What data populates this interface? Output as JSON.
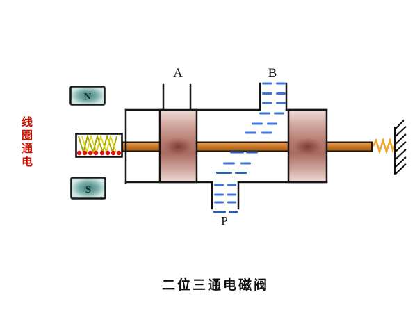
{
  "title": {
    "caption": "二位三通电磁阀"
  },
  "annotations": {
    "coil_state": "线圈通电"
  },
  "ports": {
    "a": "A",
    "b": "B",
    "p": "P"
  },
  "magnets": {
    "north": "N",
    "south": "S"
  },
  "diagram": {
    "kind": "two-position three-way solenoid valve animation frame",
    "flow_path": "blue dashed flow enters at P, passes through valve chamber, exits at B; port A blocked by left spool"
  },
  "colors": {
    "background": "#ffffff",
    "outline": "#141414",
    "flow_blue": "#3b76d8",
    "flow_blue_dark": "#2a5cb0",
    "rod_orange": "#cd7a28",
    "spool_red": "#b5796e",
    "magnet_teal": "#79ada7",
    "spring_orange": "#f2a32a",
    "coil_wire_yellow": "#c8c410",
    "coil_dot_red": "#e31010",
    "label_red": "#cb1507"
  }
}
